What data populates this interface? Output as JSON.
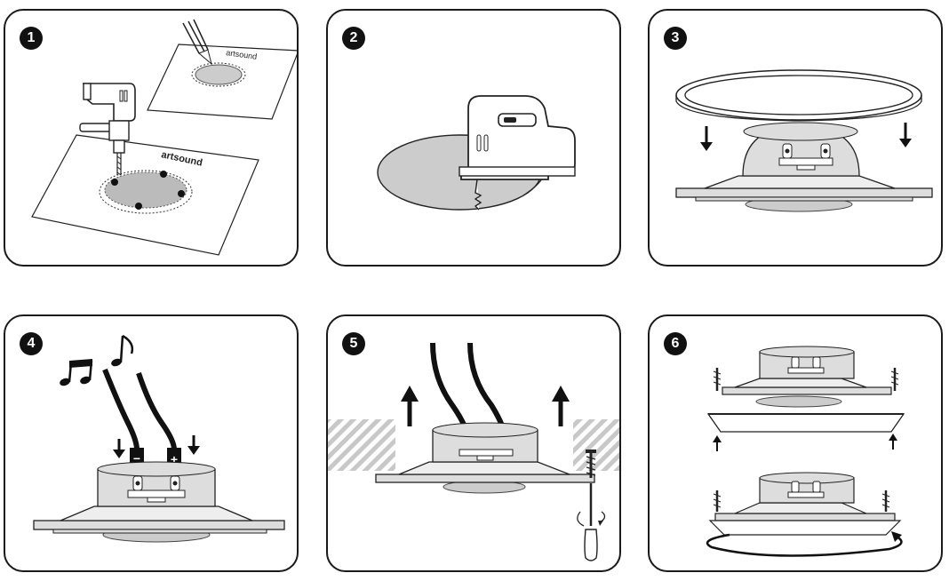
{
  "steps": [
    {
      "number": "1",
      "brand": "artsound"
    },
    {
      "number": "2"
    },
    {
      "number": "3"
    },
    {
      "number": "4",
      "minus": "−",
      "plus": "+"
    },
    {
      "number": "5"
    },
    {
      "number": "6"
    }
  ]
}
